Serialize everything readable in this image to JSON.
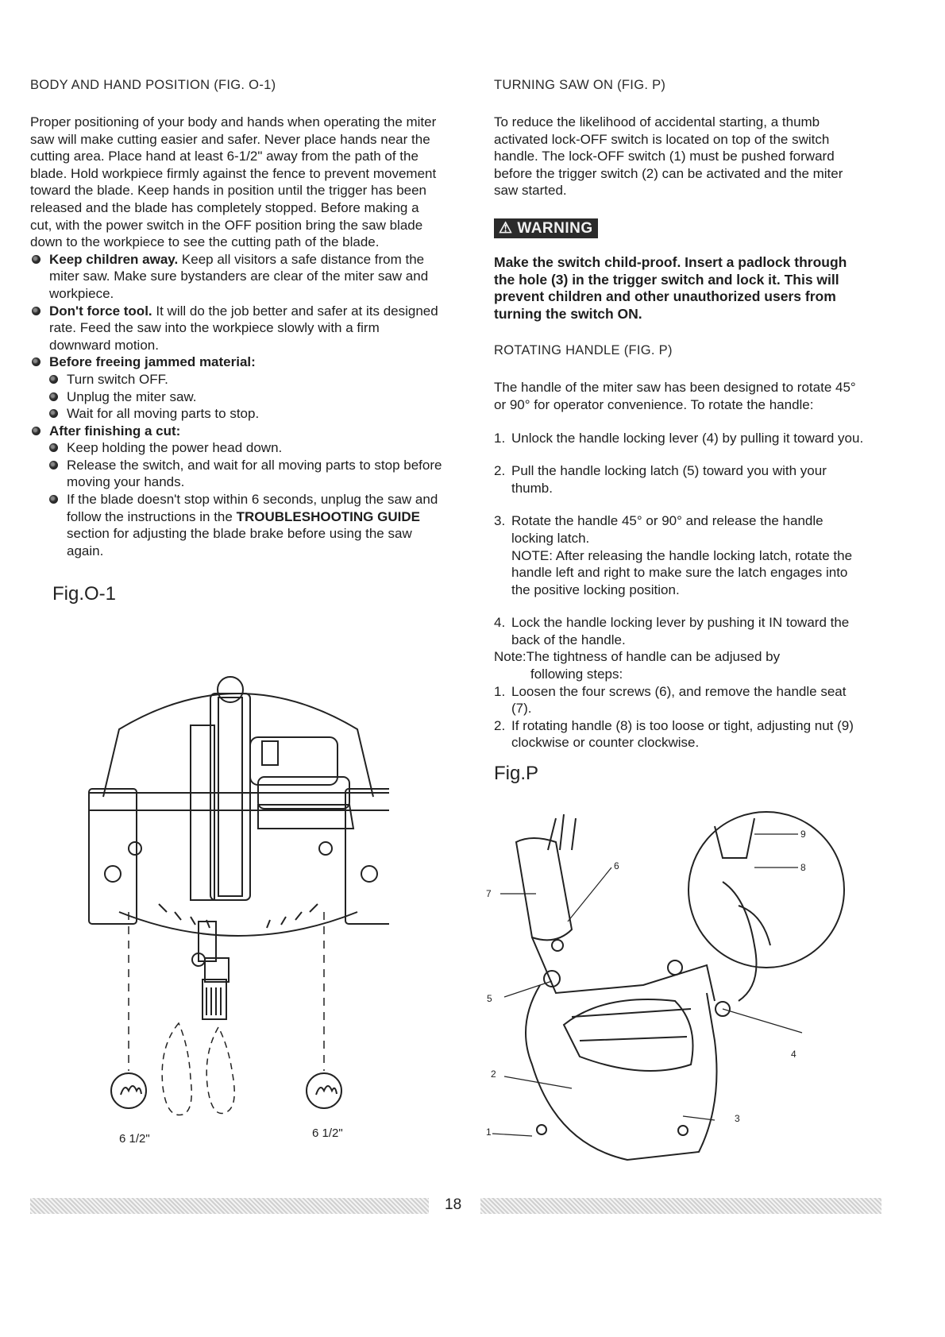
{
  "left": {
    "heading": "BODY AND HAND POSITION (FIG. O-1)",
    "intro": "Proper positioning of your body and hands when operating the miter saw will make cutting easier and safer. Never place hands near the cutting area. Place hand at least 6-1/2\" away from the path of the blade. Hold workpiece firmly against the fence to prevent movement toward the blade. Keep hands in position until the trigger has been released and the blade has completely stopped. Before making a cut, with the power switch in the OFF position bring the saw blade down to the workpiece to see the cutting path of the blade.",
    "b1_bold": "Keep children away.",
    "b1_text": " Keep all visitors a safe distance from the miter saw. Make sure bystanders are clear of the miter saw and workpiece.",
    "b2_bold": "Don't force tool.",
    "b2_text": " It will do the job better and safer at its designed rate. Feed the saw into the workpiece slowly with a firm downward motion.",
    "b3_bold": "Before freeing jammed material:",
    "b3_items": [
      "Turn switch OFF.",
      "Unplug the miter saw.",
      "Wait for all moving parts to stop."
    ],
    "b4_bold": "After finishing a cut:",
    "b4_i1": "Keep holding the power head down.",
    "b4_i2": "Release the switch, and wait for all moving parts to stop before moving your hands.",
    "b4_i3a": "If the blade doesn't stop within 6 seconds, unplug the saw and follow the instructions in the ",
    "b4_i3b": "TROUBLESHOOTING GUIDE",
    "b4_i3c": " section for adjusting the blade brake before using the saw again.",
    "fig_label": "Fig.O-1",
    "dim_left": "6 1/2\"",
    "dim_right": "6 1/2\""
  },
  "right": {
    "heading1": "TURNING SAW ON (FIG. P)",
    "p1": "To reduce the likelihood of accidental starting, a thumb activated lock-OFF switch is located on top of the switch handle. The lock-OFF switch (1) must be pushed forward before the trigger switch (2) can be activated and the miter saw started.",
    "warning_label": "WARNING",
    "warning_text": "Make the switch child-proof. Insert a padlock through the hole (3) in the trigger switch and lock it. This will prevent children and other unauthorized users from turning the switch ON.",
    "heading2": "ROTATING HANDLE (FIG. P)",
    "p2": "The handle of the miter saw has been designed to rotate 45° or 90° for operator convenience. To rotate the handle:",
    "s1": "Unlock the handle locking lever (4) by pulling it toward you.",
    "s2": "Pull the handle locking latch (5) toward you with your thumb.",
    "s3": "Rotate the handle 45° or 90° and release the handle locking latch.",
    "s3_note": "NOTE: After releasing the handle locking latch, rotate the handle left and right to make sure the latch engages into the positive locking position.",
    "s4": "Lock the handle locking lever by pushing it IN toward the back of the handle.",
    "note_a": "Note:The tightness of handle can be adjused by",
    "note_b": "following steps:",
    "n1": "Loosen the four screws (6), and remove the handle seat (7).",
    "n2": "If rotating handle (8) is too loose or tight, adjusting nut (9) clockwise or counter clockwise.",
    "fig_label": "Fig.P",
    "nums": [
      "1.",
      "2.",
      "3.",
      "4."
    ],
    "callouts": [
      "1",
      "2",
      "3",
      "4",
      "5",
      "6",
      "7",
      "8",
      "9"
    ]
  },
  "page_number": "18"
}
